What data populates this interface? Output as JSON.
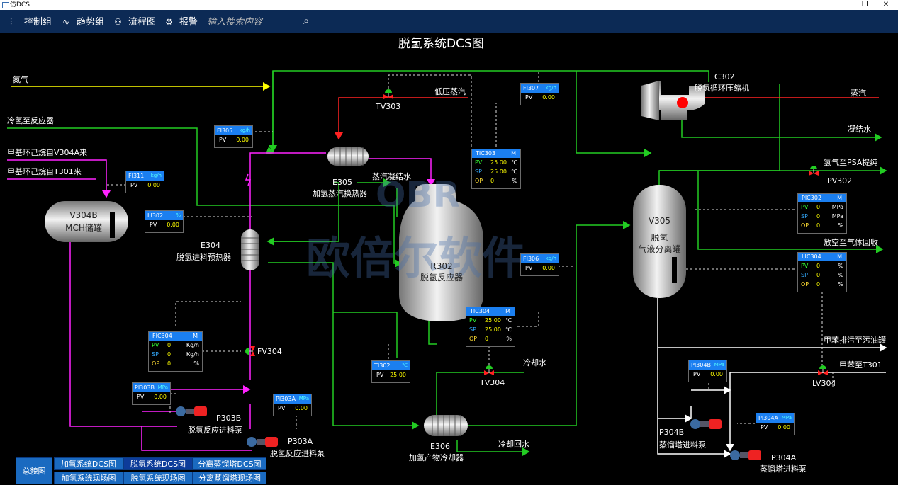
{
  "window": {
    "title": "仿DCS",
    "min": "─",
    "max": "❐",
    "close": "✕"
  },
  "toolbar": {
    "items": [
      {
        "label": "控制组",
        "icon": "⫶"
      },
      {
        "label": "趋势组",
        "icon": "∿"
      },
      {
        "label": "流程图",
        "icon": "⚇"
      },
      {
        "label": "报警",
        "icon": "⚙"
      }
    ],
    "search_placeholder": "输入搜索内容"
  },
  "page_title": "脱氢系统DCS图",
  "watermark": {
    "logo": "OBR",
    "text": "欧倍尔软件"
  },
  "streams": {
    "n2": "氮气",
    "cold_h2": "冷氢至反应器",
    "mch_from_v304a": "甲基环己烷自V304A来",
    "mch_from_t301": "甲基环己烷自T301来",
    "low_steam": "低压蒸汽",
    "steam": "蒸汽",
    "condensate": "凝结水",
    "steam_condensate": "蒸汽凝结水",
    "h2_psa": "氢气至PSA提纯",
    "vent": "放空至气体回收",
    "cooling_water": "冷却水",
    "cooling_return": "冷却回水",
    "benzene_waste": "甲苯排污至污油罐",
    "to_t301": "甲苯至T301"
  },
  "equipment": {
    "c302": {
      "tag": "C302",
      "name": "脱氢循环压缩机"
    },
    "e305": {
      "tag": "E305",
      "name": "加氢蒸汽换热器"
    },
    "r302": {
      "tag": "R302",
      "name": "脱氢反应器"
    },
    "v304b": {
      "tag": "V304B",
      "name": "MCH储罐"
    },
    "v305": {
      "tag": "V305",
      "name1": "脱氢",
      "name2": "气液分离罐"
    },
    "e304": {
      "tag": "E304",
      "name": "脱氢进料预热器"
    },
    "e306": {
      "tag": "E306",
      "name": "加氢产物冷却器"
    },
    "p303b": {
      "tag": "P303B",
      "name": "脱氢反应进料泵"
    },
    "p303a": {
      "tag": "P303A",
      "name": "脱氢反应进料泵"
    },
    "p304b": {
      "tag": "P304B",
      "name": "蒸馏塔进料泵"
    },
    "p304a": {
      "tag": "P304A",
      "name": "蒸馏塔进料泵"
    }
  },
  "valves": {
    "tv303": "TV303",
    "pv302": "PV302",
    "fv304": "FV304",
    "tv304": "TV304",
    "lv304": "LV304"
  },
  "instruments": {
    "fi307": {
      "tag": "FI307",
      "unit": "kg/h",
      "pv_label": "PV",
      "pv": "0.00"
    },
    "fi305": {
      "tag": "FI305",
      "unit": "kg/h",
      "pv_label": "PV",
      "pv": "0.00"
    },
    "fi311": {
      "tag": "FI311",
      "unit": "kg/h",
      "pv_label": "PV",
      "pv": "0.00"
    },
    "li302": {
      "tag": "LI302",
      "unit": "%",
      "pv_label": "PV",
      "pv": "0.00"
    },
    "fi306": {
      "tag": "FI306",
      "unit": "kg/h",
      "pv_label": "PV",
      "pv": "0.00"
    },
    "ti302": {
      "tag": "TI302",
      "unit": "℃",
      "pv_label": "PV",
      "pv": "25.00"
    },
    "pi303b": {
      "tag": "PI303B",
      "unit": "MPa",
      "pv_label": "PV",
      "pv": "0.00"
    },
    "pi303a": {
      "tag": "PI303A",
      "unit": "MPa",
      "pv_label": "PV",
      "pv": "0.00"
    },
    "pi304b": {
      "tag": "PI304B",
      "unit": "MPa",
      "pv_label": "PV",
      "pv": "0.00"
    },
    "pi304a": {
      "tag": "PI304A",
      "unit": "MPa",
      "pv_label": "PV",
      "pv": "0.00"
    }
  },
  "controllers": {
    "tic303": {
      "tag": "TIC303",
      "mode": "M",
      "pv": "25.00",
      "pv_u": "℃",
      "sp": "25.00",
      "sp_u": "℃",
      "op": "0",
      "op_u": "%"
    },
    "tic304": {
      "tag": "TIC304",
      "mode": "M",
      "pv": "25.00",
      "pv_u": "℃",
      "sp": "25.00",
      "sp_u": "℃",
      "op": "0",
      "op_u": "%"
    },
    "fic304": {
      "tag": "FIC304",
      "mode": "M",
      "pv": "0",
      "pv_u": "Kg/h",
      "sp": "0",
      "sp_u": "Kg/h",
      "op": "0",
      "op_u": "%"
    },
    "pic302": {
      "tag": "PIC302",
      "mode": "M",
      "pv": "0",
      "pv_u": "MPa",
      "sp": "0",
      "sp_u": "MPa",
      "op": "0",
      "op_u": "%"
    },
    "lic304": {
      "tag": "LIC304",
      "mode": "M",
      "pv": "0",
      "pv_u": "%",
      "sp": "0",
      "sp_u": "%",
      "op": "0",
      "op_u": "%"
    }
  },
  "row_labels": {
    "pv": "PV",
    "sp": "SP",
    "op": "OP"
  },
  "nav": {
    "overview": "总貌图",
    "tabs": [
      "加氢系统DCS图",
      "脱氢系统DCS图",
      "分离蒸馏塔DCS图",
      "加氢系统现场图",
      "脱氢系统现场图",
      "分离蒸馏塔现场图"
    ],
    "selected": "脱氢系统DCS图"
  }
}
